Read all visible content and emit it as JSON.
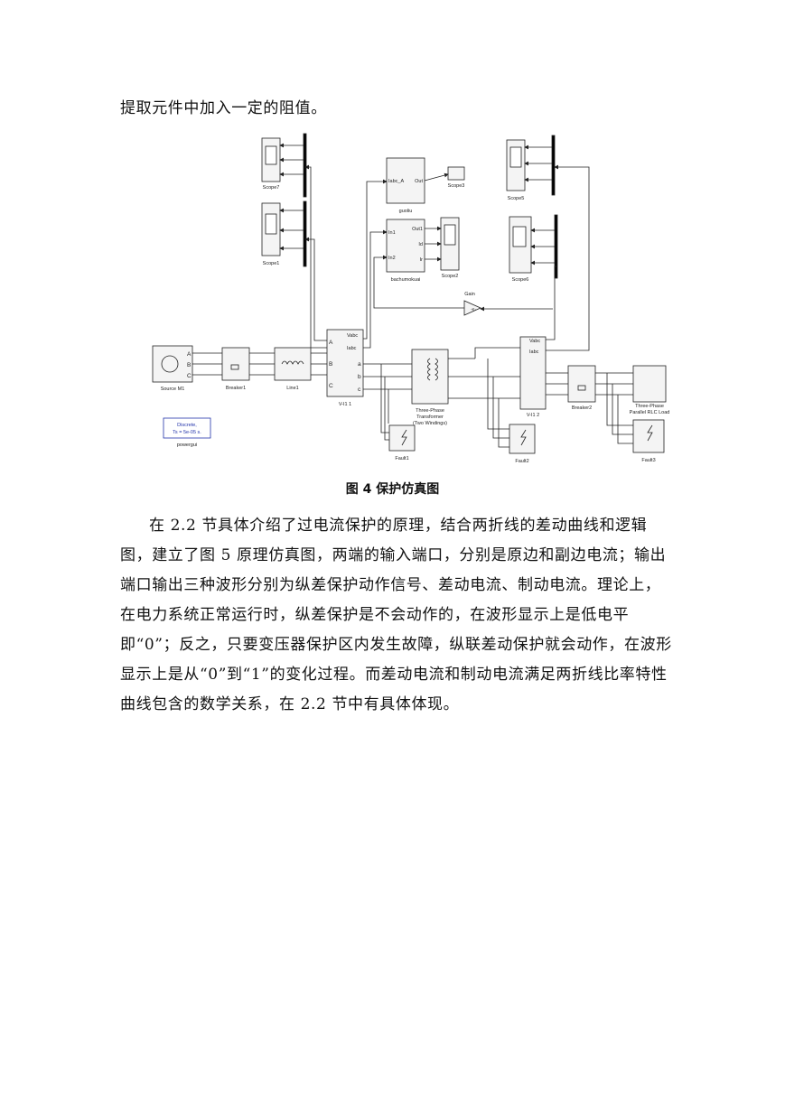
{
  "intro_text": "提取元件中加入一定的阻值。",
  "figure": {
    "caption": "图 4 保护仿真图",
    "labels": {
      "scope7": "Scope7",
      "scope1": "Scope1",
      "scope3": "Scope3",
      "scope2": "Scope2",
      "scope5": "Scope5",
      "scope6": "Scope6",
      "guoliu": "guoliu",
      "guoliu_in": "Iabc_A",
      "guoliu_out": "Out",
      "bachu": "bachumokuai",
      "bachu_in1": "In1",
      "bachu_in2": "In2",
      "bachu_out1": "Out1",
      "bachu_id": "Id",
      "bachu_ir": "Ir",
      "gain": "Gain",
      "gain_val": "-K-",
      "source": "Source M1",
      "breaker1": "Breaker1",
      "line1": "Line1",
      "vi1": "V-I1 1",
      "transformer_l1": "Three-Phase",
      "transformer_l2": "Transformer",
      "transformer_l3": "(Two Windings)",
      "vi2": "V-I1 2",
      "breaker2": "Breaker2",
      "load_l1": "Three-Phase",
      "load_l2": "Parallel RLC Load",
      "fault1": "Fault1",
      "fault2": "Fault2",
      "fault3": "Fault3",
      "powergui_l1": "Discrete,",
      "powergui_l2": "Ts = 5e-05 s.",
      "powergui": "powergui",
      "vabc": "Vabc",
      "iabc": "Iabc",
      "pA": "A",
      "pB": "B",
      "pC": "C",
      "pa": "a",
      "pb": "b",
      "pc": "c"
    }
  },
  "body_text": "在 2.2 节具体介绍了过电流保护的原理，结合两折线的差动曲线和逻辑图，建立了图 5 原理仿真图，两端的输入端口，分别是原边和副边电流；输出端口输出三种波形分别为纵差保护动作信号、差动电流、制动电流。理论上，在电力系统正常运行时，纵差保护是不会动作的，在波形显示上是低电平即“0”；反之，只要变压器保护区内发生故障，纵联差动保护就会动作，在波形显示上是从“0”到“1”的变化过程。而差动电流和制动电流满足两折线比率特性曲线包含的数学关系，在 2.2 节中有具体体现。"
}
